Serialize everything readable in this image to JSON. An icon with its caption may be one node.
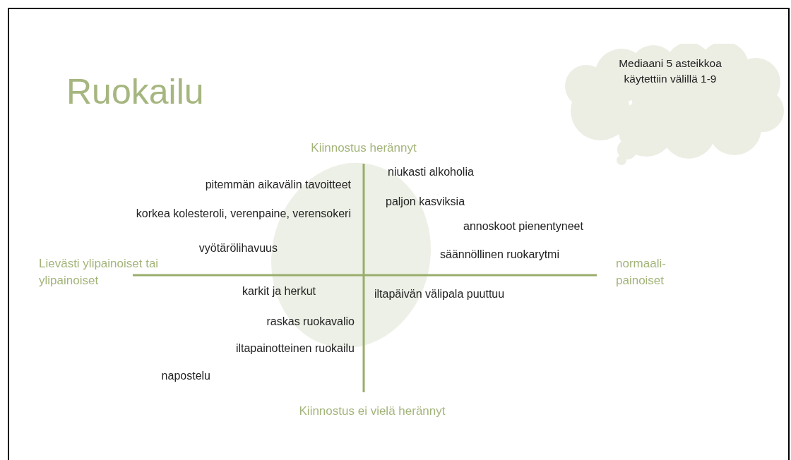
{
  "diagram": {
    "title": "Ruokailu",
    "nodes": [
      {
        "text": [
          "Mediaani 5 asteikkoa käytettiin välillä 1-9"
        ]
      }
    ],
    "labels": [
      "Kiinnostus herännyt",
      "niukasti alkoholia",
      "pitemmän aikavälin tavoitteet",
      "paljon kasviksia",
      "korkea kolesteroli, verenpaine, verensokeri",
      "annoskoot pienentyneet",
      "vyötärölihavuus",
      "säännöllinen ruokarytmi",
      "Lievästi ylipainoiset tai ylipainoiset",
      "normaali- painoiset",
      "karkit ja herkut",
      "iltapäivän välipala puuttuu",
      "raskas ruokavalio",
      "iltapainotteinen ruokailu",
      "napostelu",
      "Kiinnostus ei vielä herännyt"
    ]
  }
}
